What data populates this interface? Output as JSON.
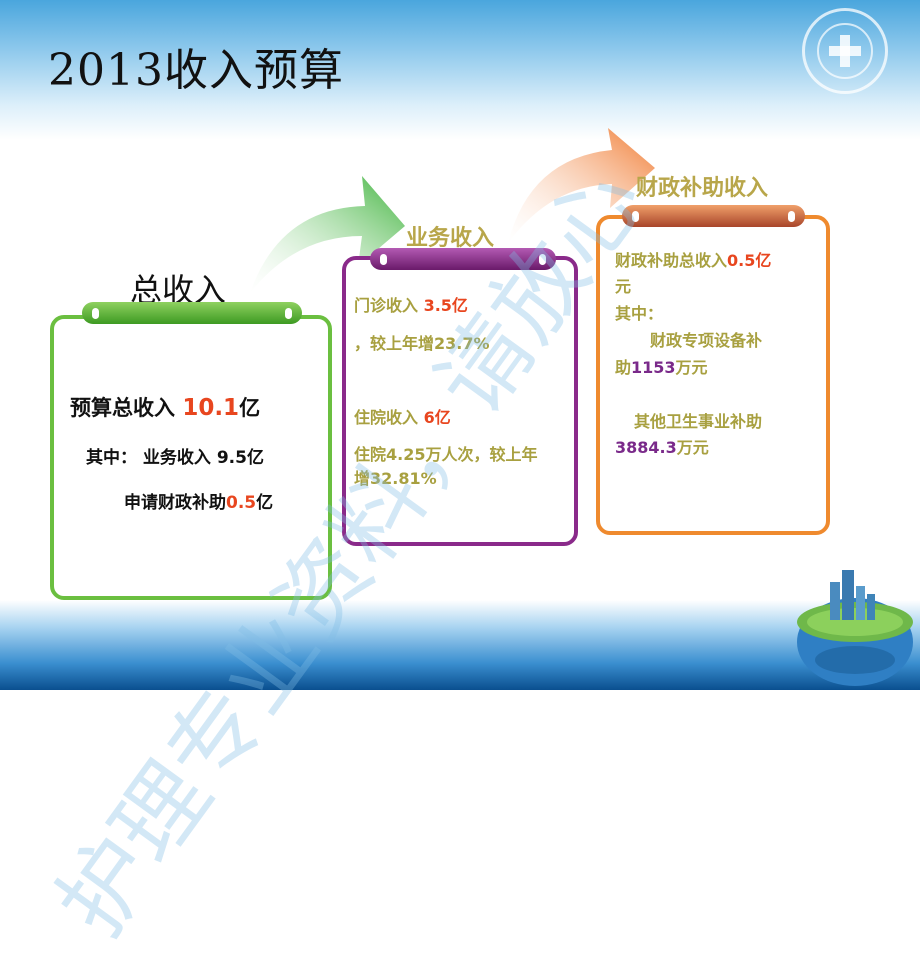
{
  "slide": {
    "title": "2013收入预算"
  },
  "section_total": {
    "label": "总收入",
    "line1_prefix": "预算总收入 ",
    "line1_value": "10.1",
    "line1_unit": "亿",
    "line2": "其中：   业务收入 9.5亿",
    "line3_prefix": "申请财政补助",
    "line3_value": "0.5",
    "line3_unit": "亿"
  },
  "section_business": {
    "label": "业务收入",
    "outpatient_prefix": "门诊收入 ",
    "outpatient_value": "3.5",
    "outpatient_unit": "亿",
    "outpatient_growth": "，较上年增23.7%",
    "inpatient_prefix": "住院收入 ",
    "inpatient_value": "6",
    "inpatient_unit": "亿",
    "inpatient_detail_1": "住院4.25万人次，较上年",
    "inpatient_detail_2": "增32.81%"
  },
  "section_subsidy": {
    "label": "财政补助收入",
    "total_prefix": "财政补助总收入",
    "total_value": "0.5亿",
    "total_unit": "元",
    "among": "其中：",
    "equipment_1": "财政专项设备补",
    "equipment_2_prefix": "助",
    "equipment_value": "1153",
    "equipment_unit": "万元",
    "other_label": "其他卫生事业补助",
    "other_value": "3884.3",
    "other_unit": "万元"
  },
  "watermark": {
    "text_1": "护理专业资料，请放心"
  },
  "colors": {
    "green": "#6bbf40",
    "purple": "#8a2a8a",
    "orange": "#ef8a2e",
    "red": "#e8461f",
    "olive": "#a8a040"
  }
}
